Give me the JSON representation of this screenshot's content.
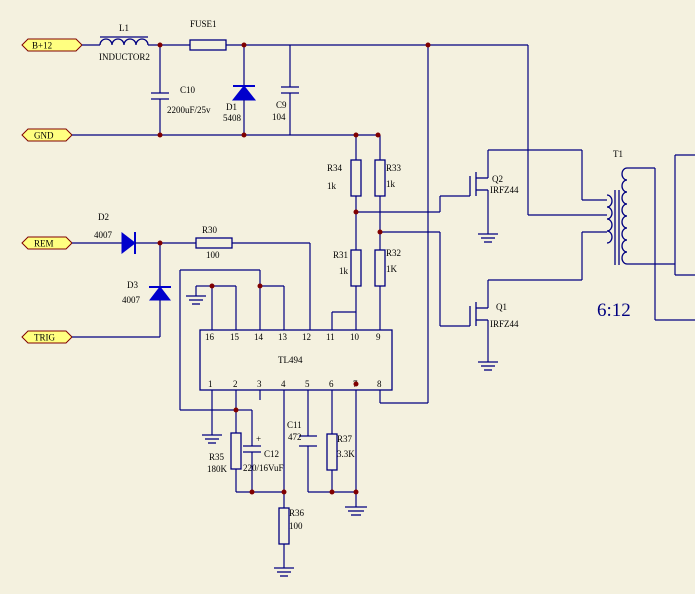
{
  "ports": {
    "bplus": "B+12",
    "gnd": "GND",
    "rem": "REM",
    "trig": "TRIG"
  },
  "components": {
    "l1_ref": "L1",
    "l1_val": "INDUCTOR2",
    "fuse_ref": "FUSE1",
    "c10_ref": "C10",
    "c10_val": "2200uF/25v",
    "d1_ref": "D1",
    "d1_val": "5408",
    "c9_ref": "C9",
    "c9_val": "104",
    "r34_ref": "R34",
    "r34_val": "1k",
    "r33_ref": "R33",
    "r33_val": "1k",
    "r31_ref": "R31",
    "r31_val": "1k",
    "r32_ref": "R32",
    "r32_val": "1K",
    "d2_ref": "D2",
    "d2_val": "4007",
    "r30_ref": "R30",
    "r30_val": "100",
    "d3_ref": "D3",
    "d3_val": "4007",
    "ic_name": "TL494",
    "q2_ref": "Q2",
    "q2_val": "IRFZ44",
    "q1_ref": "Q1",
    "q1_val": "IRFZ44",
    "t1_ref": "T1",
    "ratio": "6:12",
    "c11_ref": "C11",
    "c11_val": "472",
    "r37_ref": "R37",
    "r37_val": "3.3K",
    "r35_ref": "R35",
    "r35_val": "180K",
    "c12_ref": "C12",
    "c12_val": "220/16VuF",
    "r36_ref": "R36",
    "r36_val": "100",
    "c12_plus": "+"
  },
  "ic_pins": {
    "p1": "1",
    "p2": "2",
    "p3": "3",
    "p4": "4",
    "p5": "5",
    "p6": "6",
    "p7": "7",
    "p8": "8",
    "p9": "9",
    "p10": "10",
    "p11": "11",
    "p12": "12",
    "p13": "13",
    "p14": "14",
    "p15": "15",
    "p16": "16"
  },
  "colors": {
    "wire": "#000080",
    "junction": "#800000",
    "diode": "#0000cc",
    "port_fill": "#ffff80",
    "background": "#f4f1df"
  }
}
